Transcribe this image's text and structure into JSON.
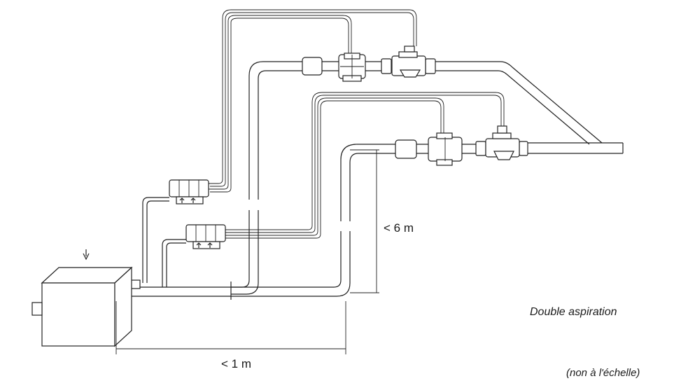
{
  "labels": {
    "height_limit": "< 6 m",
    "length_limit": "< 1 m",
    "caption": "Double aspiration",
    "scale_note": "(non à l'échelle)"
  },
  "colors": {
    "line": "#222222",
    "background": "#ffffff"
  }
}
